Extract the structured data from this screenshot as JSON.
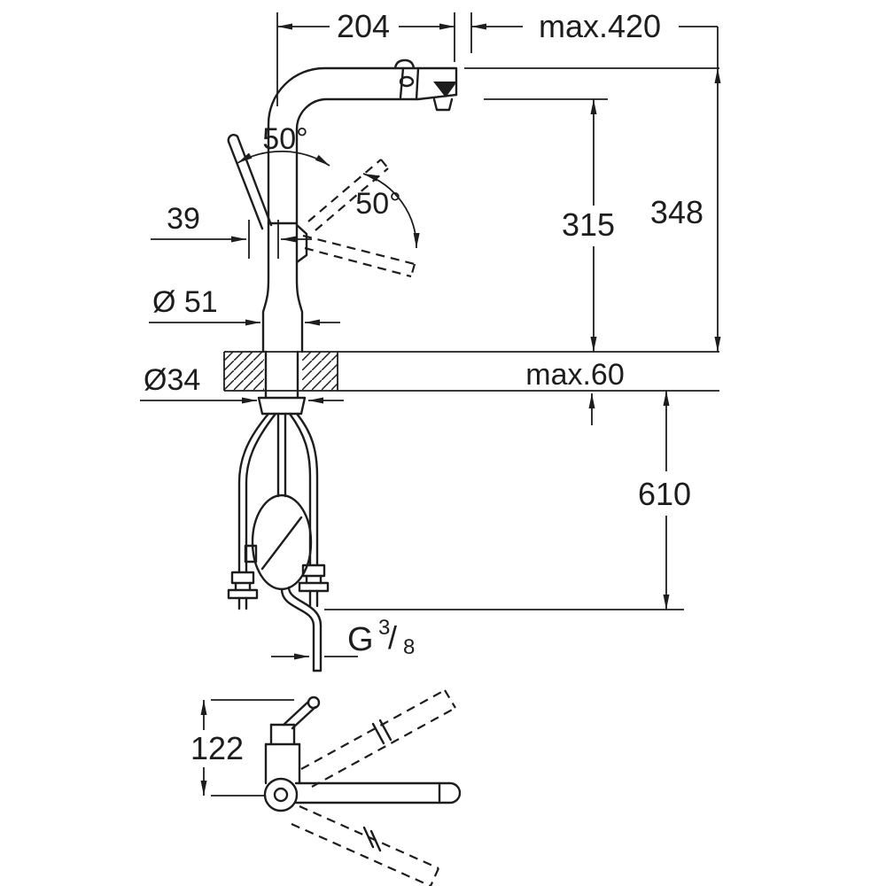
{
  "drawing": {
    "line_color": "#1d1d1d",
    "background": "#ffffff",
    "labels": {
      "spout_reach": "204",
      "pullout_max": "max.420",
      "swivel_top": "50°",
      "swivel_side": "50°",
      "lever_offset": "39",
      "height_underside": "315",
      "height_top": "348",
      "body_diameter": "Ø 51",
      "hole_diameter": "Ø34",
      "deck_thickness": "max.60",
      "hose_length_below": "610",
      "thread_prefix": "G",
      "thread_numerator": "3",
      "thread_slash": "/",
      "thread_denominator": "8",
      "side_view_height": "122"
    }
  }
}
